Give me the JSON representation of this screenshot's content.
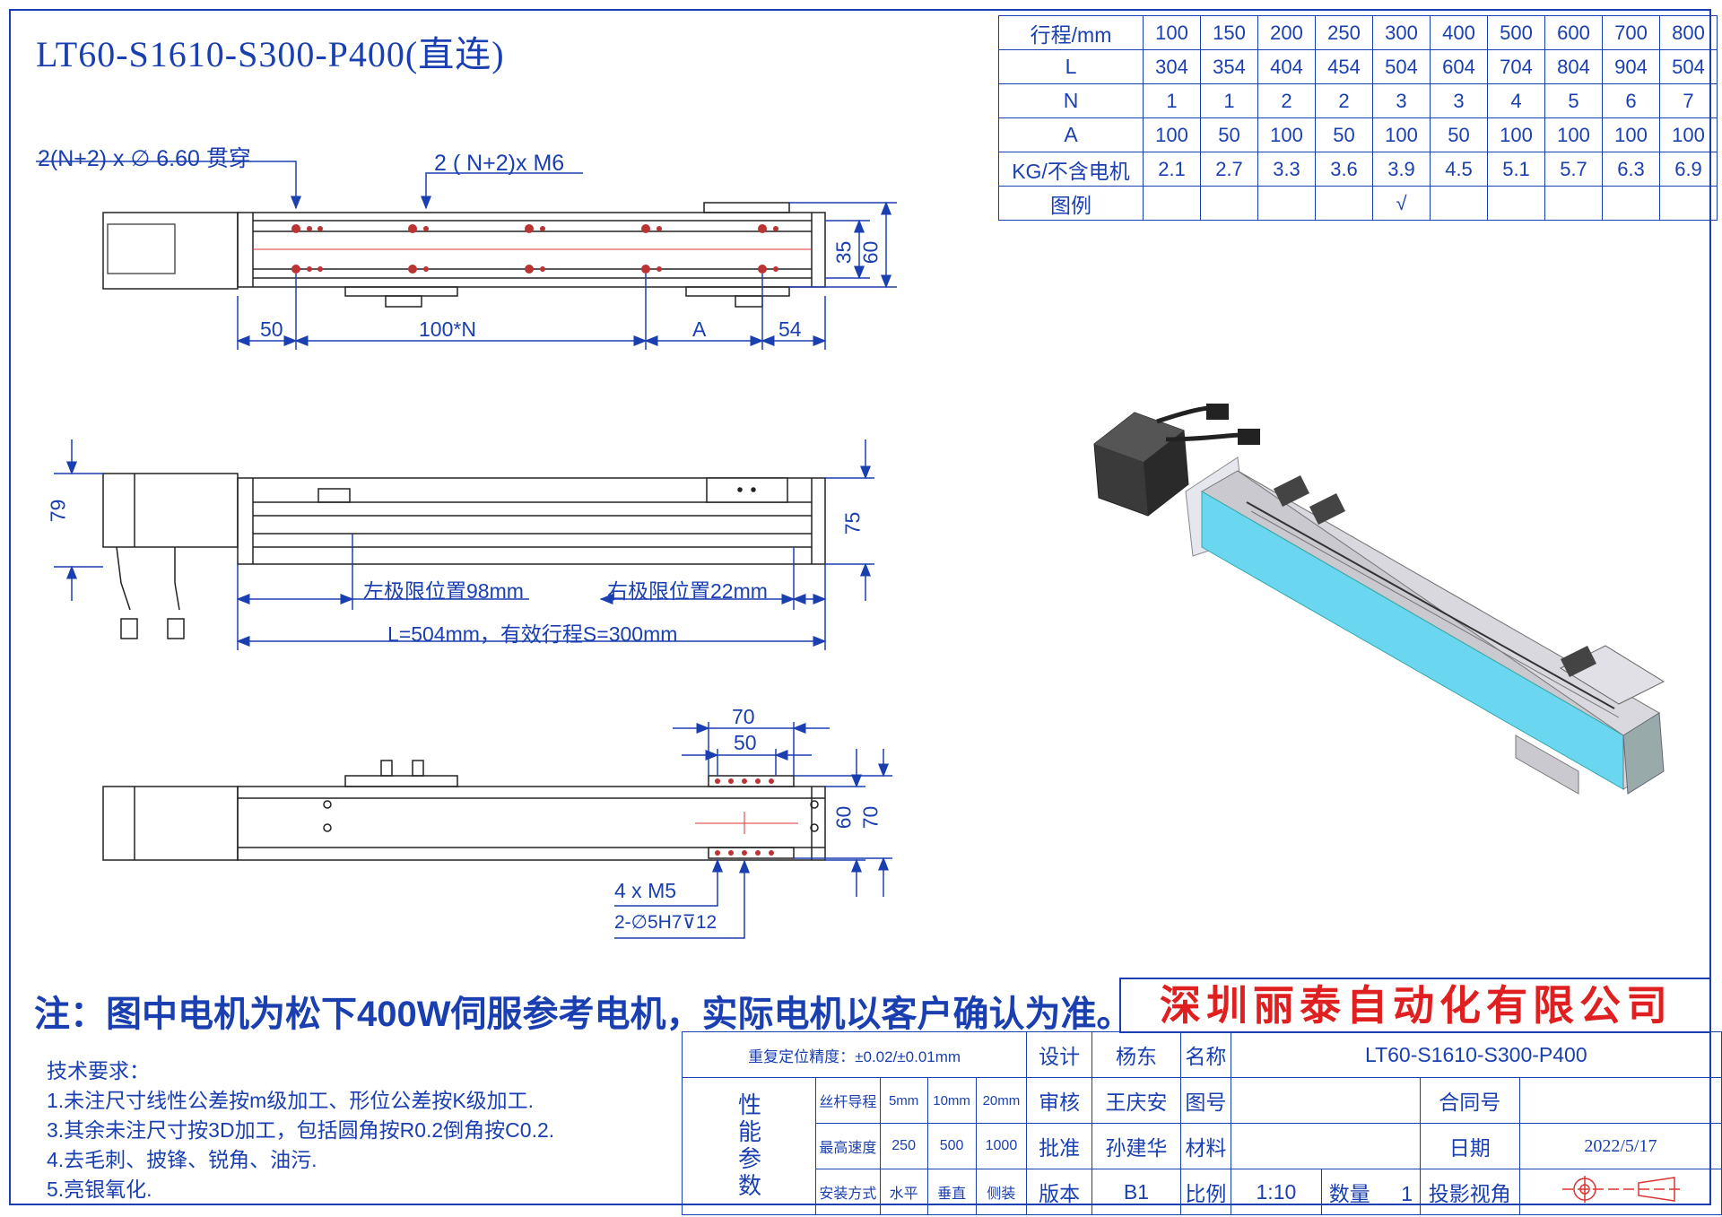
{
  "drawing_title": "LT60-S1610-S300-P400(直连)",
  "spec_table": {
    "row_headers": [
      "行程/mm",
      "L",
      "N",
      "A",
      "KG/不含电机",
      "图例"
    ],
    "columns": [
      {
        "stroke": "100",
        "L": "304",
        "N": "1",
        "A": "100",
        "kg": "2.1",
        "mark": ""
      },
      {
        "stroke": "150",
        "L": "354",
        "N": "1",
        "A": "50",
        "kg": "2.7",
        "mark": ""
      },
      {
        "stroke": "200",
        "L": "404",
        "N": "2",
        "A": "100",
        "kg": "3.3",
        "mark": ""
      },
      {
        "stroke": "250",
        "L": "454",
        "N": "2",
        "A": "50",
        "kg": "3.6",
        "mark": ""
      },
      {
        "stroke": "300",
        "L": "504",
        "N": "3",
        "A": "100",
        "kg": "3.9",
        "mark": "√"
      },
      {
        "stroke": "400",
        "L": "604",
        "N": "3",
        "A": "50",
        "kg": "4.5",
        "mark": ""
      },
      {
        "stroke": "500",
        "L": "704",
        "N": "4",
        "A": "100",
        "kg": "5.1",
        "mark": ""
      },
      {
        "stroke": "600",
        "L": "804",
        "N": "5",
        "A": "100",
        "kg": "5.7",
        "mark": ""
      },
      {
        "stroke": "700",
        "L": "904",
        "N": "6",
        "A": "100",
        "kg": "6.3",
        "mark": ""
      },
      {
        "stroke": "800",
        "L": "504",
        "N": "7",
        "A": "100",
        "kg": "6.9",
        "mark": ""
      }
    ]
  },
  "top_view": {
    "hole_callout_through": "2(N+2) x ∅ 6.60 贯穿",
    "hole_callout_thread": "2 ( N+2)x  M6",
    "dim_50": "50",
    "dim_100n": "100*N",
    "dim_a": "A",
    "dim_54": "54",
    "dim_35": "35",
    "dim_60": "60"
  },
  "side_view": {
    "dim_79": "79",
    "dim_75": "75",
    "left_limit": "左极限位置98mm",
    "right_limit": "右极限位置22mm",
    "length_label": "L=504mm，有效行程S=300mm"
  },
  "bottom_view": {
    "dim_70_top": "70",
    "dim_50": "50",
    "dim_60": "60",
    "dim_70_side": "70",
    "thread_callout": "4 x  M5",
    "pin_callout": "2-∅5H7⊽12"
  },
  "note": "注：图中电机为松下400W伺服参考电机，实际电机以客户确认为准。",
  "tech_requirements": {
    "heading": "技术要求：",
    "items": [
      "1.未注尺寸线性公差按m级加工、形位公差按K级加工.",
      "3.其余未注尺寸按3D加工，包括圆角按R0.2倒角按C0.2.",
      "4.去毛刺、披锋、锐角、油污.",
      "5.亮银氧化."
    ]
  },
  "company": "深圳丽泰自动化有限公司",
  "title_block": {
    "precision_label": "重复定位精度：±0.02/±0.01mm",
    "perf_label": "性能参数",
    "screw_lead_label": "丝杆导程",
    "leads": [
      "5mm",
      "10mm",
      "20mm"
    ],
    "max_speed_label": "最高速度",
    "speeds": [
      "250",
      "500",
      "1000"
    ],
    "mount_label": "安装方式",
    "mounts": [
      "水平",
      "垂直",
      "侧装"
    ],
    "design_label": "设计",
    "designer": "杨东",
    "check_label": "审核",
    "checker": "王庆安",
    "approve_label": "批准",
    "approver": "孙建华",
    "version_label": "版本",
    "version": "B1",
    "name_label": "名称",
    "name": "LT60-S1610-S300-P400",
    "drawing_no_label": "图号",
    "drawing_no": "",
    "contract_label": "合同号",
    "contract": "",
    "material_label": "材料",
    "material": "",
    "date_label": "日期",
    "date": "2022/5/17",
    "scale_label": "比例",
    "scale": "1:10",
    "qty_label": "数量",
    "qty": "1",
    "projection_label": "投影视角"
  },
  "colors": {
    "line": "#1a3fb0",
    "company": "#e02020",
    "carriage": "#6ad6ef",
    "motor": "#3a3a3a"
  }
}
